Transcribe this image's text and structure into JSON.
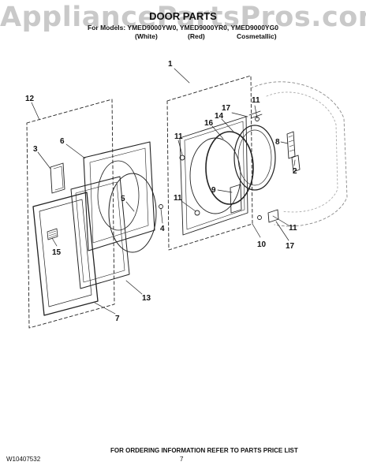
{
  "watermark": "AppliancePartsPros.com",
  "header": {
    "title": "DOOR PARTS",
    "models": "For Models: YMED9000YW0, YMED9000YR0, YMED9000YG0",
    "variants": [
      "(White)",
      "(Red)",
      "Cosmetallic)"
    ]
  },
  "callouts": [
    "1",
    "11",
    "17",
    "14",
    "16",
    "11",
    "8",
    "2",
    "12",
    "3",
    "6",
    "5",
    "4",
    "9",
    "11",
    "11",
    "10",
    "17",
    "15",
    "13",
    "7"
  ],
  "footer": {
    "doc_number": "W10407532",
    "page_number": "7",
    "ordering_info": "FOR ORDERING INFORMATION REFER TO PARTS PRICE LIST"
  },
  "colors": {
    "line": "#222222",
    "watermark": "#c9c9c9"
  }
}
